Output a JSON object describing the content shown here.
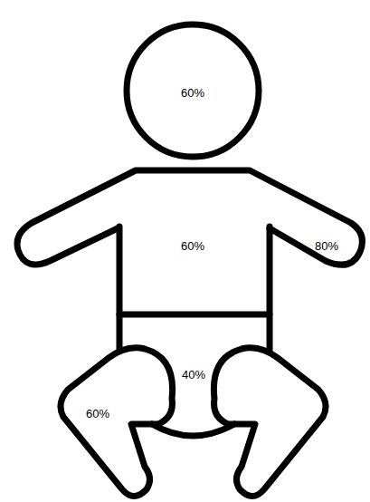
{
  "diagram": {
    "labels": [
      "60%",
      "60%",
      "80%",
      "40%",
      "60%"
    ]
  }
}
